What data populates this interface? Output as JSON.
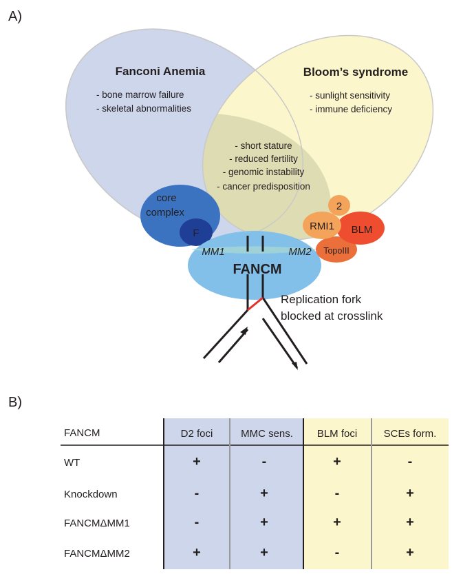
{
  "panel_a": {
    "label": "A)",
    "fanconi": {
      "title": "Fanconi Anemia",
      "items": [
        "- bone marrow failure",
        "- skeletal abnormalities"
      ],
      "color": "#cdd6ea"
    },
    "bloom": {
      "title": "Bloom’s syndrome",
      "items": [
        "- sunlight sensitivity",
        "- immune deficiency"
      ],
      "color": "#fbf6cc"
    },
    "shared_items": [
      "- short stature",
      "- reduced fertility",
      "- genomic instability",
      "- cancer predisposition"
    ],
    "proteins": {
      "core_complex": [
        "core",
        "complex"
      ],
      "f": "F",
      "two": "2",
      "rmi1": "RMI1",
      "blm": "BLM",
      "topo": "TopoIII",
      "fancm": "FANCM",
      "mm1": "MM1",
      "mm2": "MM2"
    },
    "fork_label": [
      "Replication fork",
      "blocked at crosslink"
    ]
  },
  "panel_b": {
    "label": "B)",
    "corner": "FANCM",
    "columns": [
      "D2 foci",
      "MMC sens.",
      "BLM foci",
      "SCEs form."
    ],
    "rows": [
      {
        "label": "WT",
        "cells": [
          "+",
          "-",
          "+",
          "-"
        ],
        "red": [
          false,
          false,
          false,
          false
        ]
      },
      {
        "label": "Knockdown",
        "cells": [
          "-",
          "+",
          "-",
          "+"
        ],
        "red": [
          false,
          false,
          false,
          false
        ]
      },
      {
        "label": "FANCMΔMM1",
        "cells": [
          "-",
          "+",
          "+",
          "+"
        ],
        "red": [
          false,
          false,
          false,
          true
        ]
      },
      {
        "label": "FANCMΔMM2",
        "cells": [
          "+",
          "+",
          "-",
          "+"
        ],
        "red": [
          false,
          true,
          false,
          false
        ]
      }
    ],
    "fa_shade": "#cdd6ea",
    "blm_shade": "#fcf6cc"
  }
}
